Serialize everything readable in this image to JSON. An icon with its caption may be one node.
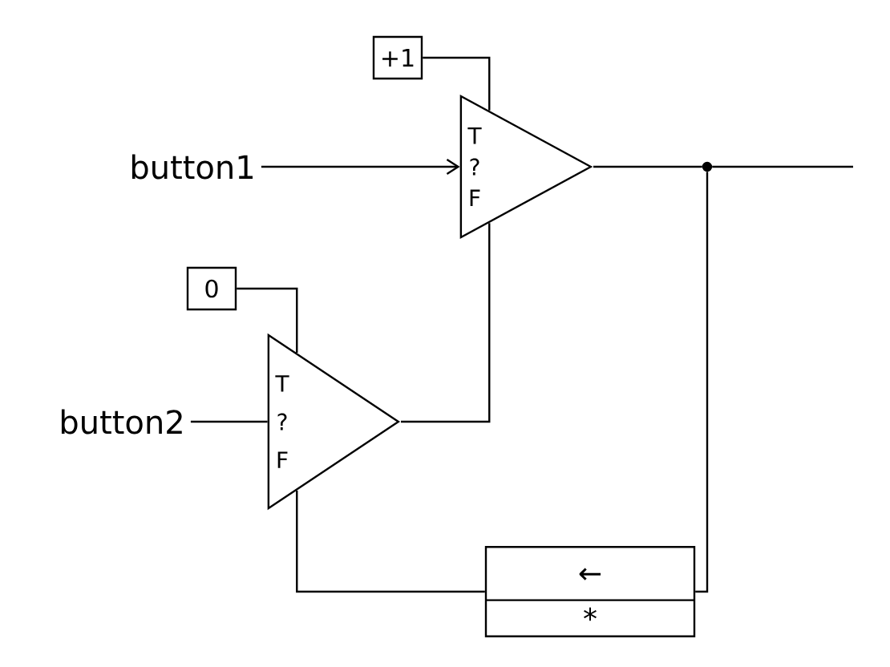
{
  "diagram": {
    "nodes": [
      {
        "text": [
          "button1"
        ]
      },
      {
        "text": [
          "+1"
        ]
      },
      {
        "text": [
          "T",
          "?",
          "F"
        ]
      },
      {
        "text": [
          "0"
        ]
      },
      {
        "text": [
          "button2"
        ]
      },
      {
        "text": [
          "T",
          "?",
          "F"
        ]
      },
      {
        "text": [
          "←",
          "*"
        ]
      },
      {
        "text": [],
        "shape": "circle"
      }
    ],
    "edges": [
      {
        "from": 0,
        "to": 2,
        "arrow": "to"
      },
      {
        "from": 1,
        "to": 2,
        "arrow": "none"
      },
      {
        "from": 2,
        "to": 7,
        "arrow": "none"
      },
      {
        "from": 7,
        "to": null,
        "arrow": "none"
      },
      {
        "from": 7,
        "to": 6,
        "arrow": "none"
      },
      {
        "from": 6,
        "to": 5,
        "arrow": "none"
      },
      {
        "from": 3,
        "to": 5,
        "arrow": "none"
      },
      {
        "from": 4,
        "to": 5,
        "arrow": "none"
      },
      {
        "from": 5,
        "to": 2,
        "arrow": "none"
      }
    ]
  }
}
